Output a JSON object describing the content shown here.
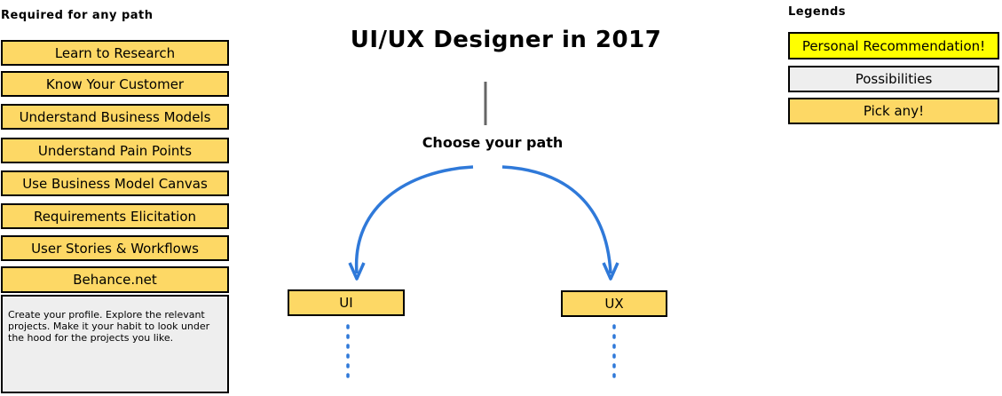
{
  "required": {
    "title": "Required for any path",
    "items": [
      "Learn to Research",
      "Know Your Customer",
      "Understand Business Models",
      "Understand Pain Points",
      "Use Business Model Canvas",
      "Requirements Elicitation",
      "User Stories & Workflows",
      "Behance.net"
    ],
    "behance_description": "Create your profile. Explore the relevant projects. Make it your habit to look under the hood for the projects you like."
  },
  "main": {
    "title": "UI/UX Designer in 2017",
    "choose_label": "Choose your path",
    "paths": [
      "UI",
      "UX"
    ]
  },
  "legends": {
    "title": "Legends",
    "items": [
      "Personal Recommendation!",
      "Possibilities",
      "Pick any!"
    ]
  },
  "colors": {
    "pick_any": "#fdd865",
    "recommendation": "#ffff00",
    "possibility": "#eeeeee",
    "arrow": "#2f79d9"
  }
}
